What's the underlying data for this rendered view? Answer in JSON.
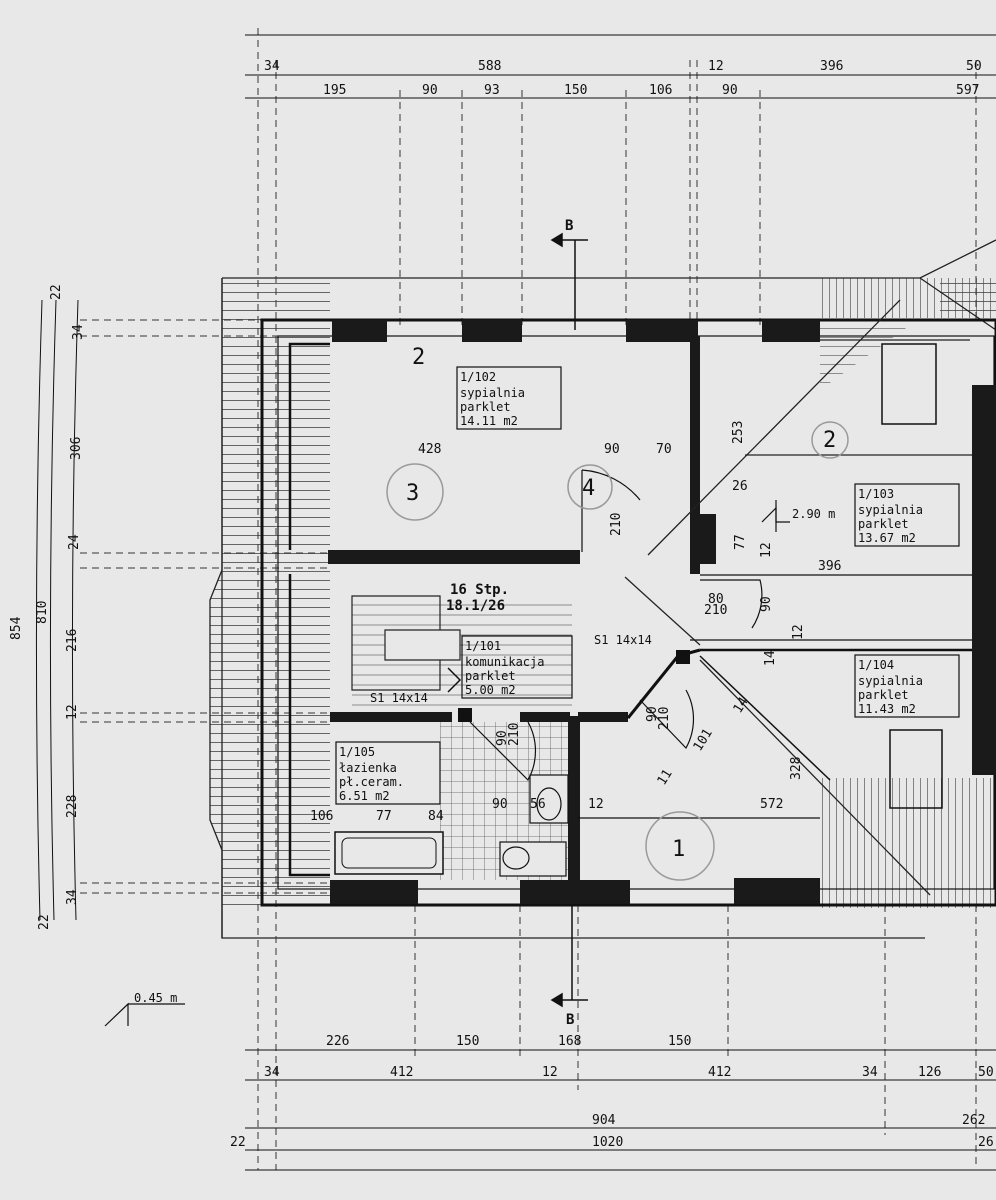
{
  "section_marker": "B",
  "rooms": [
    {
      "number": "1/102",
      "name": "sypialnia",
      "floor": "parklet",
      "area": "14.11 m2",
      "circle": "3"
    },
    {
      "number": "1/103",
      "name": "sypialnia",
      "floor": "parklet",
      "area": "13.67 m2",
      "circle": "2"
    },
    {
      "number": "1/104",
      "name": "sypialnia",
      "floor": "parklet",
      "area": "11.43 m2",
      "circle": ""
    },
    {
      "number": "1/101",
      "name": "komunikacja",
      "floor": "parklet",
      "area": "5.00 m2",
      "circle": "1"
    },
    {
      "number": "1/105",
      "name": "łazienka",
      "floor": "pł.ceram.",
      "area": "6.51 m2",
      "circle": ""
    }
  ],
  "stairs": {
    "steps": "16 Stp.",
    "ratio": "18.1/26"
  },
  "columns": [
    "S1 14x14",
    "S1 14x14"
  ],
  "levels": [
    "2.90 m",
    "0.45 m"
  ],
  "top_dims_row1": [
    "34",
    "588",
    "12",
    "396",
    "50"
  ],
  "top_dims_row2": [
    "195",
    "90",
    "93",
    "150",
    "106",
    "90",
    "597"
  ],
  "left_dims_outer": [
    "854"
  ],
  "left_dims_mid": [
    "810",
    "22"
  ],
  "left_dims_inner": [
    "22",
    "34",
    "306",
    "24",
    "216",
    "12",
    "228",
    "34"
  ],
  "bottom_dims_row1": [
    "226",
    "150",
    "168",
    "150"
  ],
  "bottom_dims_row2": [
    "34",
    "412",
    "12",
    "412",
    "34",
    "126",
    "50"
  ],
  "bottom_dims_row3": [
    "904",
    "262"
  ],
  "bottom_dims_row4": [
    "22",
    "1020",
    "26"
  ],
  "interior_dims": [
    "428",
    "90",
    "70",
    "253",
    "26",
    "77",
    "12",
    "396",
    "80",
    "210",
    "90",
    "210",
    "12",
    "14",
    "90",
    "210",
    "101",
    "14",
    "11",
    "328",
    "572",
    "90",
    "210",
    "106",
    "77",
    "84",
    "90",
    "56",
    "12"
  ],
  "handwritten": [
    "2",
    "4"
  ]
}
